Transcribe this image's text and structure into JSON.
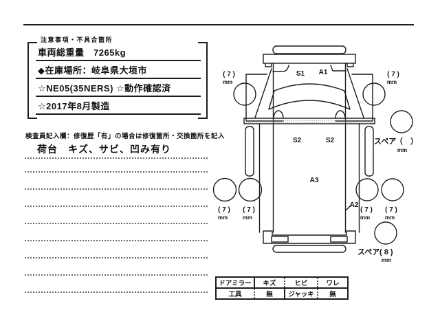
{
  "sheet": {
    "notes": {
      "title": "注意事項・不具合箇所",
      "lines": [
        "車両総重量　7265kg",
        "◆在庫場所：岐阜県大垣市",
        "☆NE05(35NERS) ☆動作確認済",
        "☆2017年8月製造"
      ]
    },
    "inspector": {
      "header": "検査員記入欄：修復歴「有」の場合は修復箇所・交換箇所を記入",
      "entry": "荷台　キズ、サビ、凹み有り"
    },
    "diagram": {
      "labels": {
        "s1": "S1",
        "a1": "A1",
        "s2_left": "S2",
        "s2_right": "S2",
        "a3": "A3",
        "a2": "A2"
      },
      "tires": {
        "front_left": {
          "value": "( 7 )",
          "unit": "mm"
        },
        "front_right": {
          "value": "( 7 )",
          "unit": "mm"
        },
        "rear_left_outer": {
          "value": "( 7 )",
          "unit": "mm"
        },
        "rear_left_inner": {
          "value": "( 7 )",
          "unit": "mm"
        },
        "rear_right_inner": {
          "value": "( 7 )",
          "unit": "mm"
        },
        "rear_right_outer": {
          "value": "( 7 )",
          "unit": "mm"
        }
      },
      "spare_upper": {
        "label": "スペア",
        "value": "（　）",
        "unit": "mm"
      },
      "spare_lower": {
        "label": "スペア",
        "value": "( 8 )",
        "unit": "mm"
      }
    },
    "equipment_table": {
      "rows": [
        [
          "ドアミラー",
          "キズ",
          "ヒビ",
          "ワレ"
        ],
        [
          "工具",
          "無",
          "ジャッキ",
          "無"
        ]
      ]
    }
  }
}
